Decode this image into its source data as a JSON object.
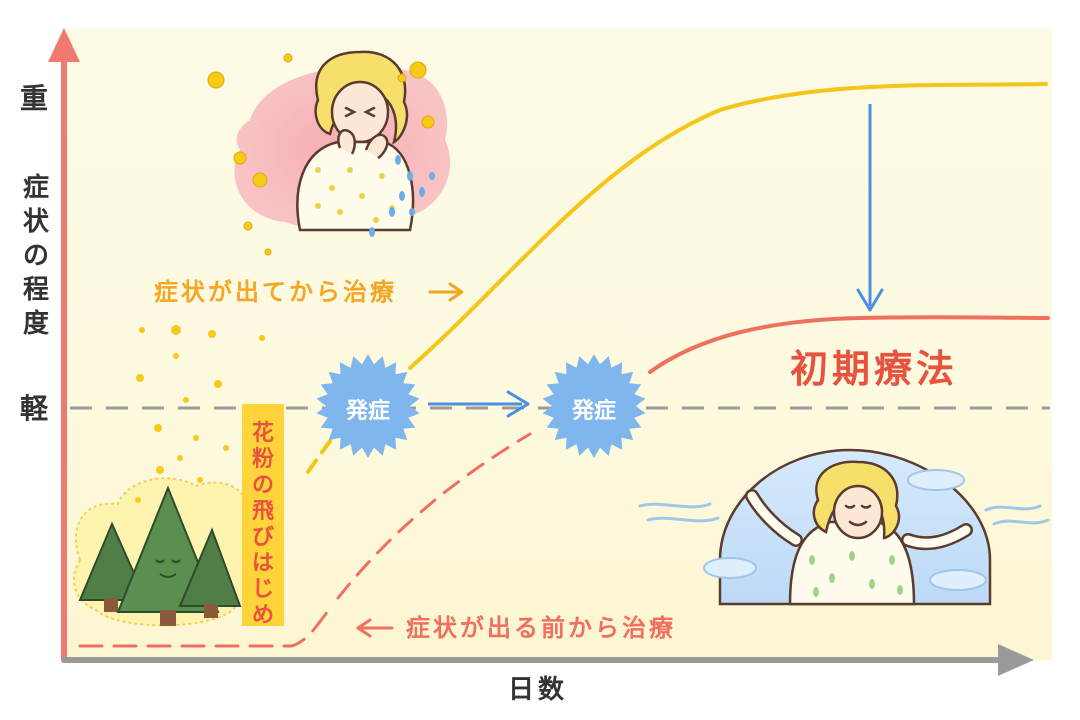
{
  "axes": {
    "y_axis_title": "症状の程度",
    "y_high_label": "重",
    "y_low_label": "軽",
    "x_axis_title": "日数"
  },
  "labels": {
    "late_treatment": "症状が出てから治療",
    "early_treatment": "症状が出る前から治療",
    "pollen_start": "花粉の飛びはじめ",
    "onset": "発症",
    "early_therapy": "初期療法"
  },
  "colors": {
    "late_curve": "#f5c518",
    "early_curve": "#f07060",
    "arrow_blue": "#4a90e2",
    "axis": "#f07a70",
    "threshold": "#999999",
    "pollen_band": "#ffd43a",
    "orange_text": "#f5a623",
    "red_text": "#e8533f",
    "onset_badge": "#7fb6ee"
  },
  "icons": {
    "sneezing_person": "sneezing-person-illustration",
    "relaxed_person": "relaxed-person-illustration",
    "cedar_trees": "cedar-trees-illustration",
    "pollen": "pollen-dots"
  }
}
